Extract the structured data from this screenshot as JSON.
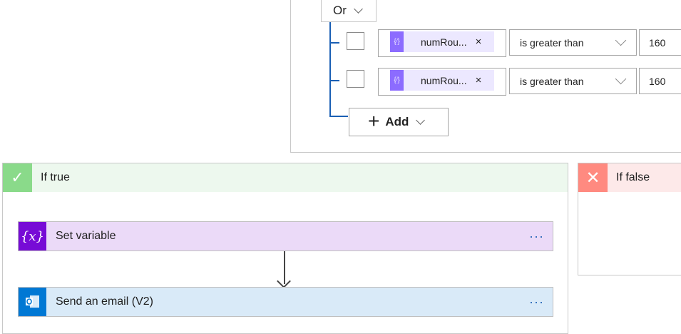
{
  "condition": {
    "group_operator": "Or",
    "rows": [
      {
        "token_label": "numRou...",
        "token_icon": "variable-icon",
        "operator": "is greater than",
        "value": "160"
      },
      {
        "token_label": "numRou...",
        "token_icon": "variable-icon",
        "operator": "is greater than",
        "value": "160"
      }
    ],
    "add_label": "Add",
    "remove_symbol": "×"
  },
  "if_true": {
    "label": "If true",
    "color": "#8ada8a",
    "actions": [
      {
        "title": "Set variable",
        "icon": "set-variable-icon",
        "icon_text": "{x}",
        "color": "#770bd6"
      },
      {
        "title": "Send an email (V2)",
        "icon": "outlook-icon",
        "color": "#0078d4"
      }
    ]
  },
  "if_false": {
    "label": "If false",
    "color": "#ff8a80"
  },
  "more_symbol": "···"
}
